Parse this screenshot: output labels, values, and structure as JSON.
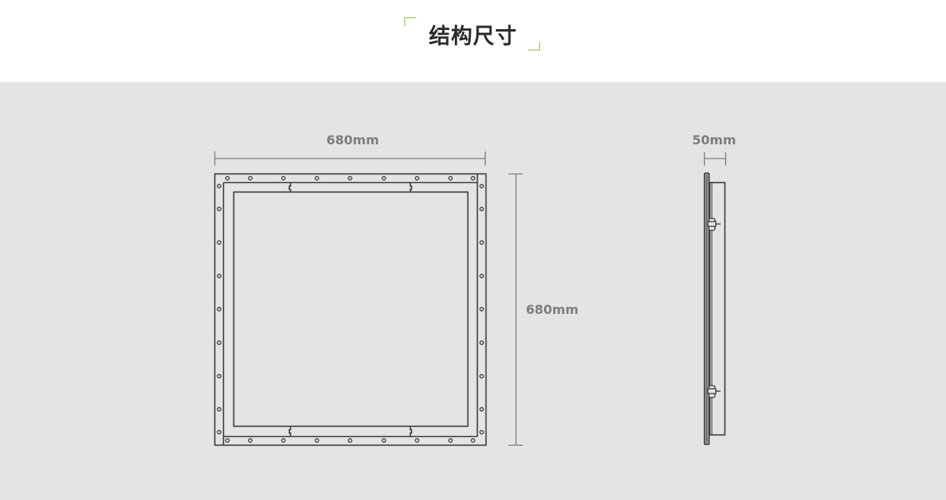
{
  "header": {
    "title": "结构尺寸",
    "accent_color": "#8cbf3f"
  },
  "diagram": {
    "background_color": "#e4e4e4",
    "line_color": "#3a3a3a",
    "dimension_color": "#7d7d7d",
    "front_view": {
      "width_label": "680mm",
      "height_label": "680mm"
    },
    "side_view": {
      "depth_label": "50mm"
    }
  }
}
